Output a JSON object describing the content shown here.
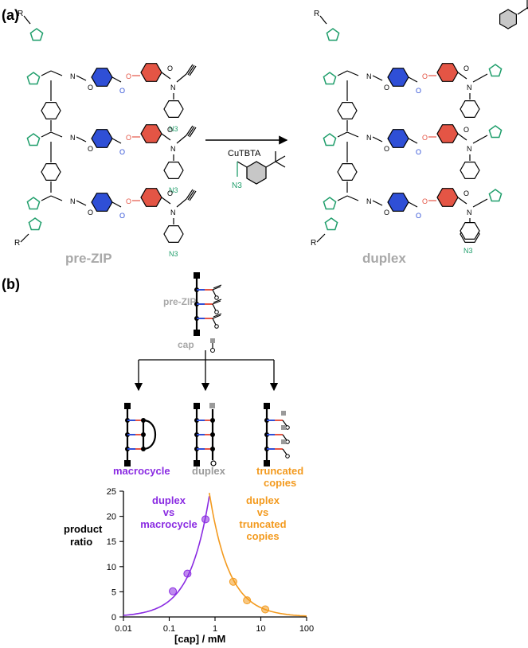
{
  "panel_a": {
    "label": "(a)",
    "left_caption": "pre-ZIP",
    "right_caption": "duplex",
    "reagent_group": "N3",
    "reaction_condition": "CuTBTA",
    "atom_labels": {
      "N": "N",
      "O": "O",
      "R": "R",
      "azide": "N3"
    }
  },
  "panel_b": {
    "label": "(b)",
    "prezip_label": "pre-ZIP",
    "cap_label": "cap",
    "outcomes": [
      {
        "name": "macrocycle",
        "color": "#8a2be2"
      },
      {
        "name": "duplex",
        "color": "#9a9a9a"
      },
      {
        "name": "truncated copies",
        "line1": "truncated",
        "line2": "copies",
        "color": "#f39a1e"
      }
    ]
  },
  "chart_data": {
    "type": "scatter",
    "ylabel_line1": "product",
    "ylabel_line2": "ratio",
    "xlabel": "[cap] / mM",
    "xscale": "log",
    "xlim": [
      0.01,
      100
    ],
    "ylim": [
      0,
      25
    ],
    "xticks": [
      "0.01",
      "0.1",
      "1",
      "10",
      "100"
    ],
    "yticks": [
      "0",
      "5",
      "10",
      "15",
      "20",
      "25"
    ],
    "grid": false,
    "series": [
      {
        "label_lines": [
          "duplex",
          "vs",
          "macrocycle"
        ],
        "color": "#8a2be2",
        "x": [
          0.12,
          0.25,
          0.62
        ],
        "y": [
          5.1,
          8.6,
          19.4
        ]
      },
      {
        "label_lines": [
          "duplex",
          "vs",
          "truncated",
          "copies"
        ],
        "color": "#f39a1e",
        "x": [
          2.5,
          5.0,
          12.5
        ],
        "y": [
          7.0,
          3.3,
          1.5
        ]
      }
    ]
  },
  "colors": {
    "green": "#1f9e6b",
    "blue": "#2f4fd6",
    "red": "#e45545",
    "grey_caption": "#a8a8a8",
    "purple": "#8a2be2",
    "orange": "#f39a1e"
  }
}
